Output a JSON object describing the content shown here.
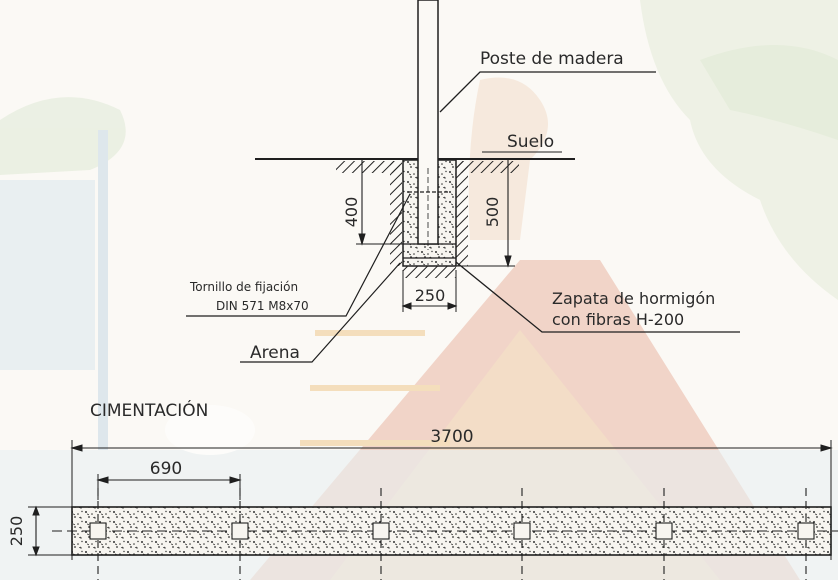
{
  "labels": {
    "poste": "Poste de madera",
    "suelo": "Suelo",
    "tornillo_1": "Tornillo de fijación",
    "tornillo_2": "DIN 571 M8x70",
    "zapata_1": "Zapata de hormigón",
    "zapata_2": "con fibras H-200",
    "arena": "Arena",
    "seccion": "CIMENTACIÓN"
  },
  "dimensions": {
    "depth_left": "400",
    "depth_right": "500",
    "width_pit": "250",
    "total_length": "3700",
    "post_spacing": "690",
    "beam_height": "250"
  },
  "colors": {
    "line": "#1f1f1f",
    "concrete_fill": "#f4f1ea",
    "background_red": "#e9b7a4",
    "background_green": "#dfe9d5",
    "background_orange": "#f0c98e"
  }
}
